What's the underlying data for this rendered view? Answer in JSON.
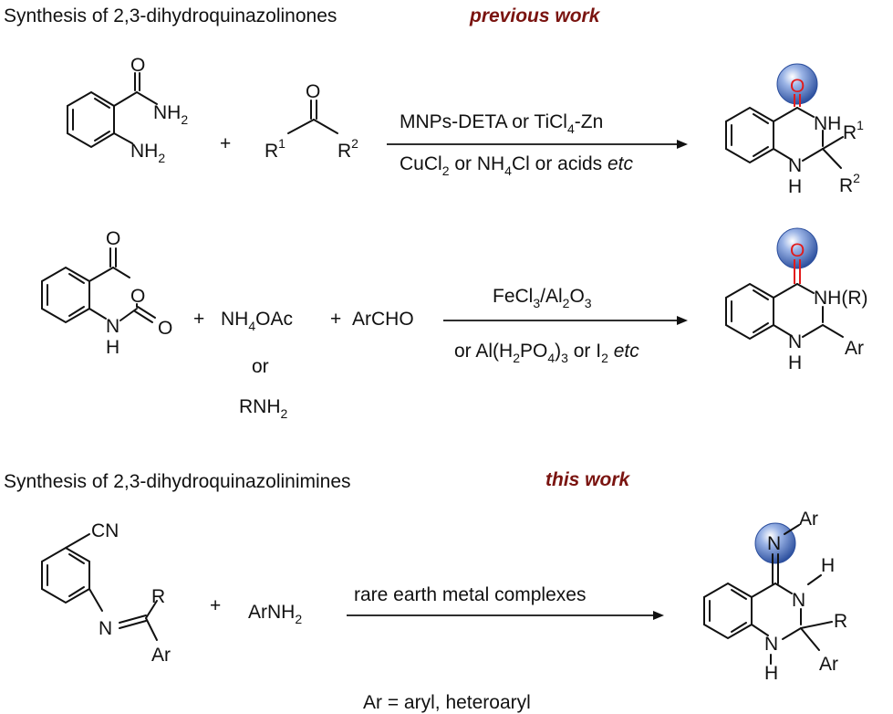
{
  "headers": {
    "previous_title": "Synthesis of 2,3-dihydroquinazolinones",
    "previous_tag": "previous work",
    "this_title": "Synthesis of 2,3-dihydroquinazolinimines",
    "this_tag": "this work"
  },
  "reaction1": {
    "reagent_top": "MNPs-DETA or TiCl4-Zn",
    "reagent_bottom": "CuCl2 or NH4Cl or acids etc"
  },
  "reaction2": {
    "reagent_top": "FeCl3/Al2O3",
    "reagent_bottom": "or Al(H2PO4)3 or I2 etc",
    "amine_alt_or": "or",
    "amine_alt": "RNH2"
  },
  "reaction3": {
    "reagent": "rare earth metal complexes",
    "footnote": "Ar = aryl, heteroaryl"
  },
  "colors": {
    "tag": "#7a1410",
    "highlight_ball": "#3a63b6",
    "carbonyl": "#e21b1b"
  }
}
